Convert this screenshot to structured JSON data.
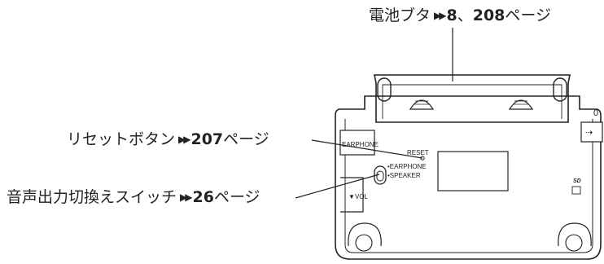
{
  "callouts": {
    "battery_cover": {
      "label": "電池ブタ",
      "arrow": "▶▶",
      "page_a": "8",
      "separator": "、",
      "page_b": "208",
      "suffix": "ページ"
    },
    "reset_button": {
      "label": "リセットボタン",
      "arrow": "▶▶",
      "page": "207",
      "suffix": "ページ"
    },
    "audio_switch": {
      "label": "音声出力切換えスイッチ",
      "arrow": "▶▶",
      "page": "26",
      "suffix": "ページ"
    }
  },
  "device": {
    "earphone_jack_label": "EARPHONE",
    "reset_label": "RESET",
    "switch_option_earphone": "•EARPHONE",
    "switch_option_speaker": "•SPEAKER",
    "vol_label": "VOL",
    "sd_label": "SD",
    "port_number": "0"
  },
  "colors": {
    "line": "#222222",
    "background": "#ffffff"
  }
}
